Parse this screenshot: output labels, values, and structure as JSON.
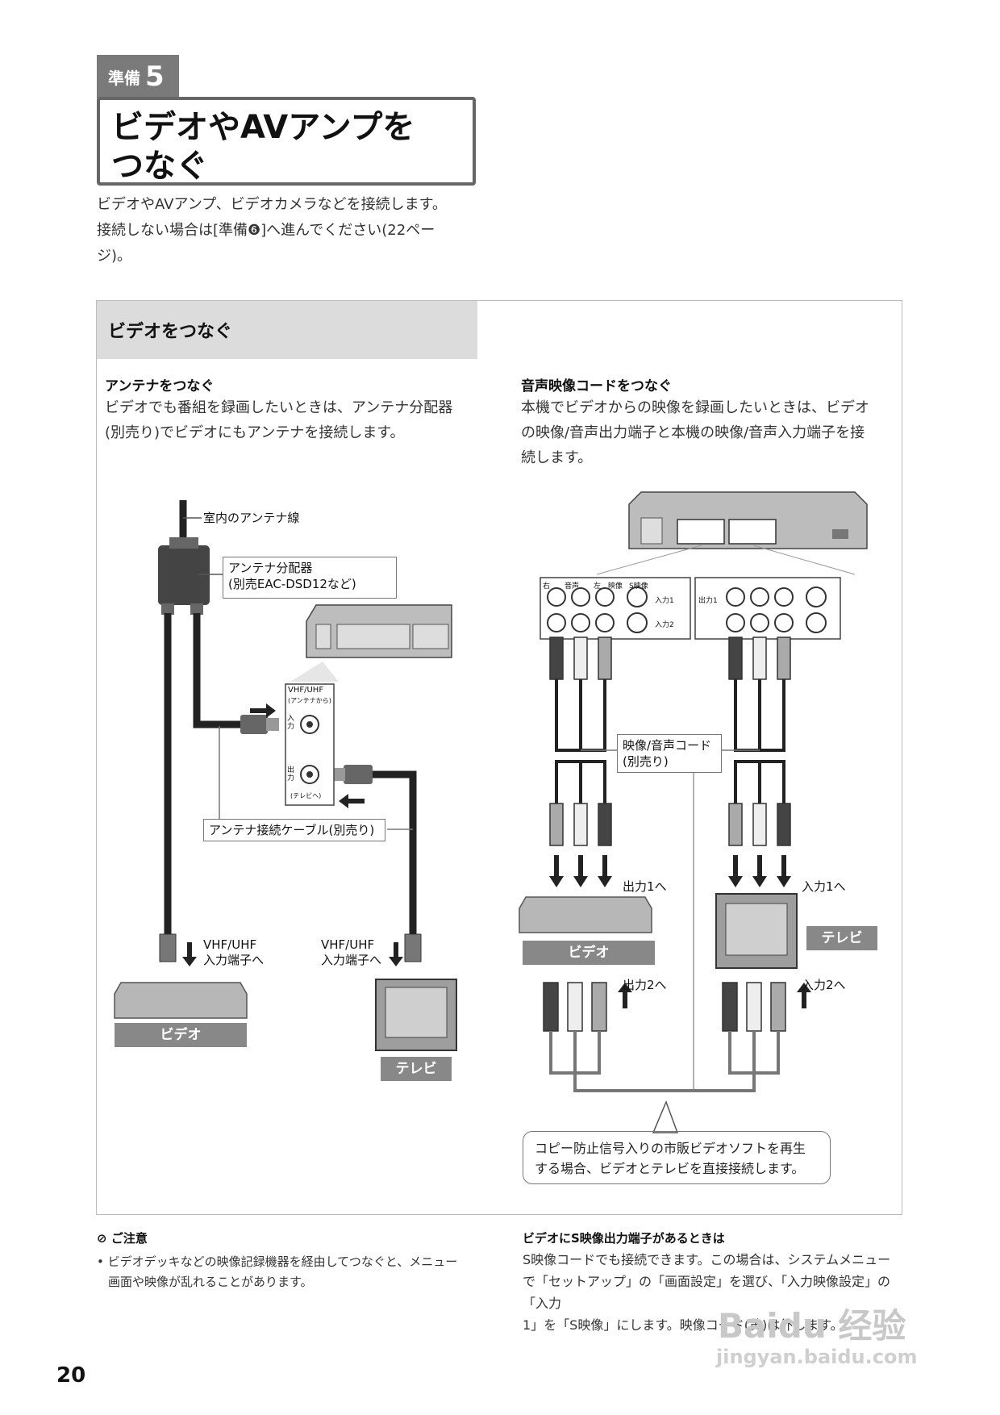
{
  "header": {
    "step_label": "準備",
    "step_number": "5",
    "title_line1": "ビデオやAVアンプを",
    "title_line2": "つなぐ",
    "intro_line1": "ビデオやAVアンプ、ビデオカメラなどを接続します。",
    "intro_line2": "接続しない場合は[準備❻]へ進んでください(22ペー",
    "intro_line3": "ジ)。"
  },
  "section": {
    "title": "ビデオをつなぐ",
    "left": {
      "heading": "アンテナをつなぐ",
      "body_line1": "ビデオでも番組を録画したいときは、アンテナ分配器",
      "body_line2": "(別売り)でビデオにもアンテナを接続します。"
    },
    "right": {
      "heading": "音声映像コードをつなぐ",
      "body_line1": "本機でビデオからの映像を録画したいときは、ビデオ",
      "body_line2": "の映像/音声出力端子と本機の映像/音声入力端子を接",
      "body_line3": "続します。"
    }
  },
  "diagram_left": {
    "antenna_wire": "室内のアンテナ線",
    "splitter_line1": "アンテナ分配器",
    "splitter_line2": "(別売EAC-DSD12など)",
    "vhf_uhf": "VHF/UHF",
    "from_antenna": "(アンテナから)",
    "in_label": "入力",
    "out_label": "出力",
    "to_tv": "(テレビへ)",
    "cable_label": "アンテナ接続ケーブル(別売り)",
    "terminal1_line1": "VHF/UHF",
    "terminal1_line2": "入力端子へ",
    "terminal2_line1": "VHF/UHF",
    "terminal2_line2": "入力端子へ",
    "video_tag": "ビデオ",
    "tv_tag": "テレビ"
  },
  "diagram_right": {
    "cord_line1": "映像/音声コード",
    "cord_line2": "(別売り)",
    "to_out1": "出力1へ",
    "to_in1": "入力1へ",
    "to_out2": "出力2へ",
    "to_in2": "入力2へ",
    "video_tag": "ビデオ",
    "tv_tag": "テレビ",
    "callout_line1": "コピー防止信号入りの市販ビデオソフトを再生",
    "callout_line2": "する場合、ビデオとテレビを直接接続します。",
    "panel_labels": [
      "右",
      "音声",
      "左",
      "映像",
      "S映像",
      "入力1",
      "出力1",
      "入力2"
    ]
  },
  "footer": {
    "note_title": "ご注意",
    "note_body_line1": "• ビデオデッキなどの映像記録機器を経由してつなぐと、メニュー",
    "note_body_line2": "画面や映像が乱れることがあります。",
    "tip_title": "ビデオにS映像出力端子があるときは",
    "tip_line1": "S映像コードでも接続できます。この場合は、システムメニュー",
    "tip_line2": "で「セットアップ」の「画面設定」を選び、「入力映像設定」の「入力",
    "tip_line3": "1」を「S映像」にします。映像コード(黄)は外します。",
    "page_number": "20",
    "watermark_line1": "Baidu 经验",
    "watermark_line2": "jingyan.baidu.com"
  }
}
